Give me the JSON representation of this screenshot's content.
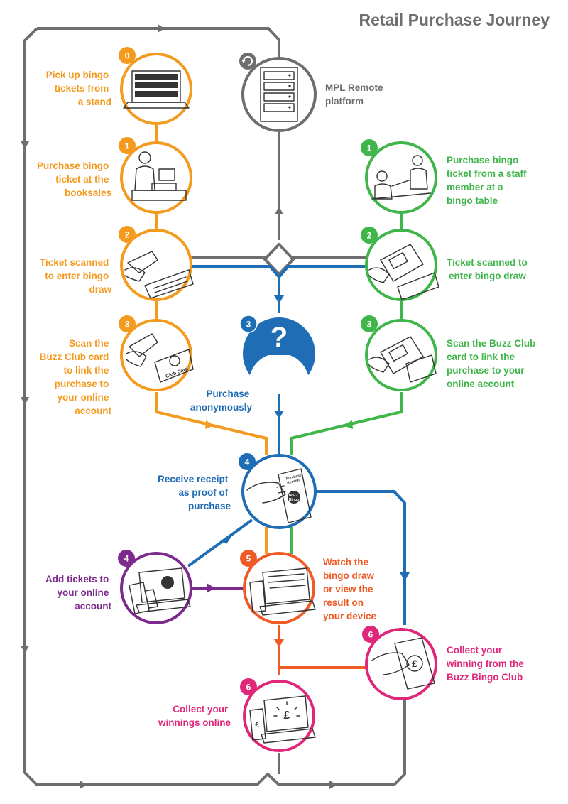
{
  "title": "Retail Purchase Journey",
  "colors": {
    "orange": "#f39a1f",
    "grey": "#6e6e70",
    "green": "#3fb54a",
    "blue": "#1f6db4",
    "purple": "#7c2a8c",
    "red_orange": "#ef5a26",
    "pink": "#e0287a",
    "illustration": "#333333"
  },
  "steps": {
    "orange_0": {
      "badge": "0",
      "label": [
        "Pick up bingo",
        "tickets from",
        "a stand"
      ],
      "icon": "ticket-stand-icon"
    },
    "orange_1": {
      "badge": "1",
      "label": [
        "Purchase bingo",
        "ticket at the",
        "booksales"
      ],
      "icon": "cashier-icon"
    },
    "orange_2": {
      "badge": "2",
      "label": [
        "Ticket scanned",
        "to enter bingo",
        "draw"
      ],
      "icon": "barcode-scanner-icon"
    },
    "orange_3": {
      "badge": "3",
      "label": [
        "Scan the",
        "Buzz Club card",
        "to link the",
        "purchase to",
        "your online",
        "account"
      ],
      "icon": "scan-card-icon"
    },
    "platform": {
      "label": [
        "MPL Remote",
        "platform"
      ],
      "icon": "server-icon"
    },
    "green_1": {
      "badge": "1",
      "label": [
        "Purchase bingo",
        "ticket from a staff",
        "member at a",
        "bingo table"
      ],
      "icon": "staff-table-icon"
    },
    "green_2": {
      "badge": "2",
      "label": [
        "Ticket scanned to",
        "enter bingo draw"
      ],
      "icon": "handheld-terminal-icon"
    },
    "green_3": {
      "badge": "3",
      "label": [
        "Scan the Buzz Club",
        "card to link the",
        "purchase to your",
        "online account"
      ],
      "icon": "terminal-card-icon"
    },
    "blue_3": {
      "badge": "3",
      "label": [
        "Purchase",
        "anonymously"
      ],
      "icon": "anonymous-person-icon"
    },
    "blue_4": {
      "badge": "4",
      "label": [
        "Receive receipt",
        "as proof of",
        "purchase"
      ],
      "icon": "receipt-icon"
    },
    "purple_4": {
      "badge": "4",
      "label": [
        "Add tickets to",
        "your online",
        "account"
      ],
      "icon": "laptop-phone-icon"
    },
    "red_5": {
      "badge": "5",
      "label": [
        "Watch the",
        "bingo draw",
        "or view the",
        "result on",
        "your device"
      ],
      "icon": "laptop-draw-icon"
    },
    "pink_6_right": {
      "badge": "6",
      "label": [
        "Collect your",
        "winning from the",
        "Buzz Bingo Club"
      ],
      "icon": "banknote-icon"
    },
    "pink_6_bottom": {
      "badge": "6",
      "label": [
        "Collect your",
        "winnings online"
      ],
      "icon": "laptop-pound-icon"
    }
  },
  "illustration_text": {
    "receipt_header": [
      "Purchase",
      "Receipt"
    ],
    "buzz_logo": [
      "BUZZ",
      "Bingo"
    ],
    "club_card": "Club Card"
  }
}
